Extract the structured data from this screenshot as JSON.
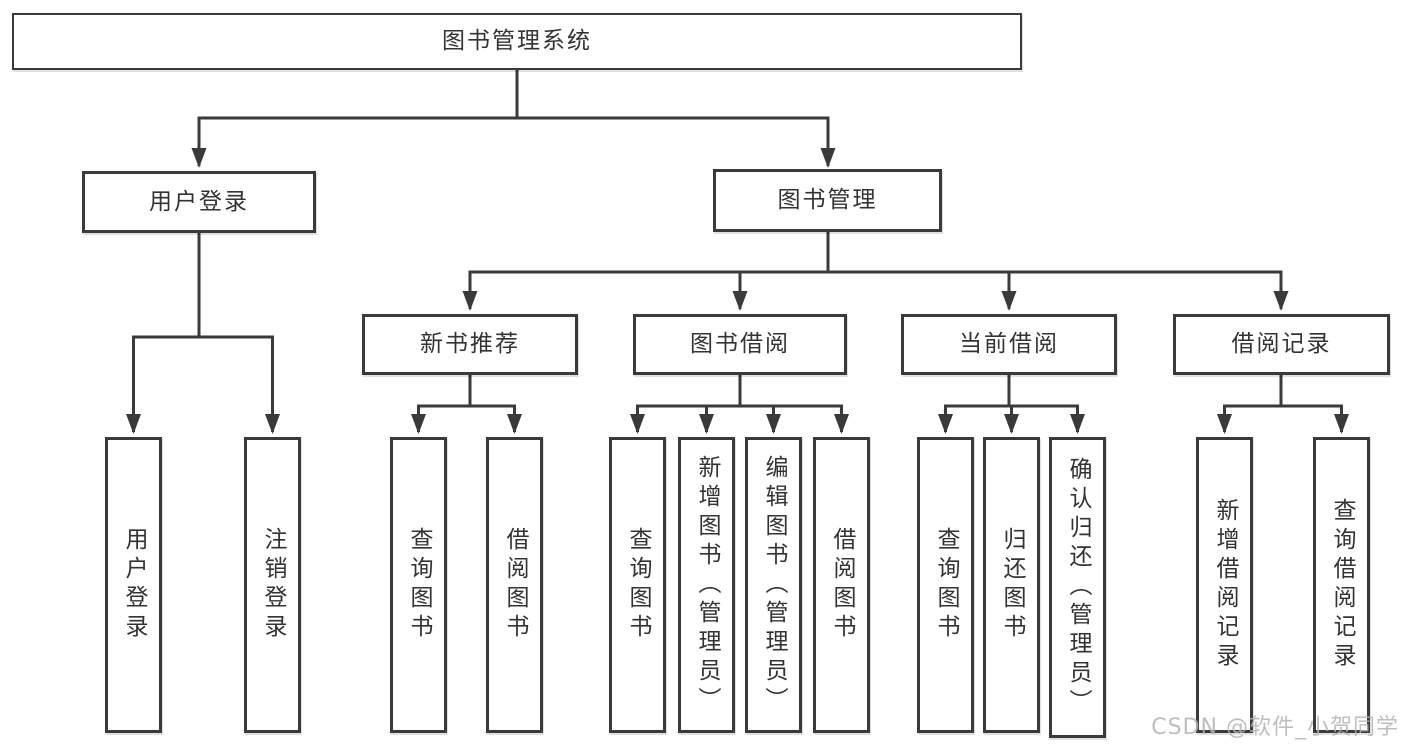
{
  "tree": {
    "label": "图书管理系统",
    "children": [
      {
        "label": "用户登录",
        "children": [
          {
            "label": "用户登录"
          },
          {
            "label": "注销登录"
          }
        ]
      },
      {
        "label": "图书管理",
        "children": [
          {
            "label": "新书推荐",
            "children": [
              {
                "label": "查询图书"
              },
              {
                "label": "借阅图书"
              }
            ]
          },
          {
            "label": "图书借阅",
            "children": [
              {
                "label": "查询图书"
              },
              {
                "label": "新增图书（管理员）"
              },
              {
                "label": "编辑图书（管理员）"
              },
              {
                "label": "借阅图书"
              }
            ]
          },
          {
            "label": "当前借阅",
            "children": [
              {
                "label": "查询图书"
              },
              {
                "label": "归还图书"
              },
              {
                "label": "确认归还（管理员）"
              }
            ]
          },
          {
            "label": "借阅记录",
            "children": [
              {
                "label": "新增借阅记录"
              },
              {
                "label": "查询借阅记录"
              }
            ]
          }
        ]
      }
    ]
  },
  "watermark": {
    "text": "CSDN @软件_小贺同学"
  },
  "colors": {
    "line": "#3a3a3a",
    "text": "#333333",
    "watermark": "#b3b3b3"
  }
}
